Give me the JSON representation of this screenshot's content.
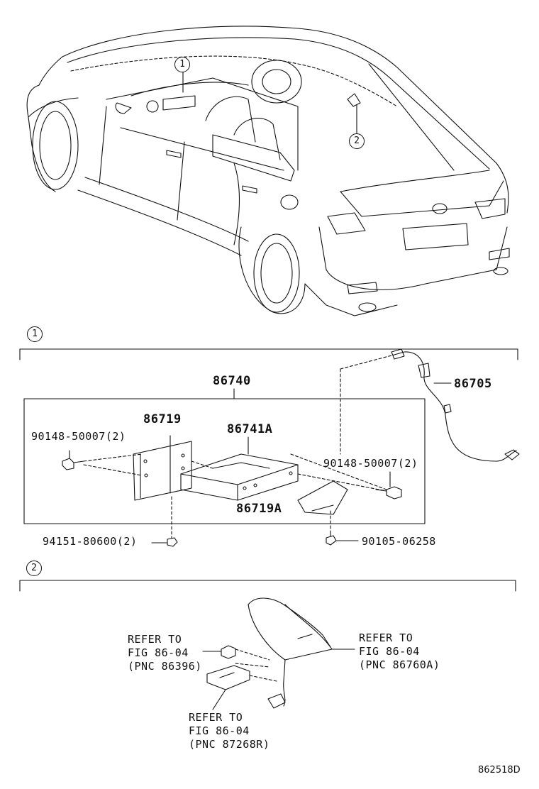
{
  "callouts": {
    "c1": "1",
    "c2": "2"
  },
  "section1": {
    "marker": "1",
    "parts": {
      "p86740": "86740",
      "p86705": "86705",
      "p86719": "86719",
      "p86741A": "86741A",
      "p86719A": "86719A",
      "bolt_left": "90148-50007(2)",
      "bolt_right": "90148-50007(2)",
      "nut": "94151-80600(2)",
      "screw": "90105-06258"
    }
  },
  "section2": {
    "marker": "2",
    "ref_left": {
      "line1": "REFER TO",
      "line2": "FIG 86-04",
      "line3": "(PNC 86396)"
    },
    "ref_right": {
      "line1": "REFER TO",
      "line2": "FIG 86-04",
      "line3": "(PNC 86760A)"
    },
    "ref_bottom": {
      "line1": "REFER TO",
      "line2": "FIG 86-04",
      "line3": "(PNC 87268R)"
    }
  },
  "figure_code": "862518D"
}
